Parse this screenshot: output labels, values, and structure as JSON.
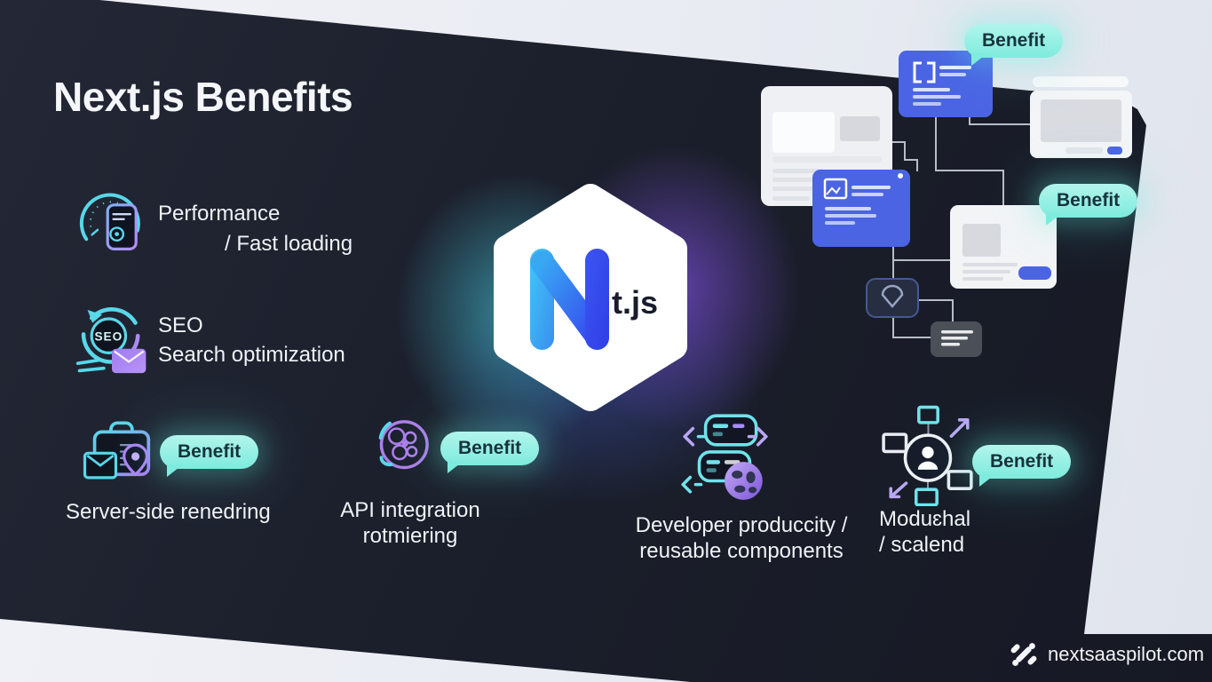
{
  "title": "Next.js Benefits",
  "center_logo": {
    "letter": "N",
    "suffix": "t.js"
  },
  "seo_icon_text": "SEO",
  "left_items": [
    {
      "line1": "Performance",
      "line2": "/ Fast loading"
    },
    {
      "line1": "SEO",
      "line2": "Search optimization"
    },
    {
      "label": "Server-side renedring",
      "badge": "Benefit"
    }
  ],
  "bottom_items": [
    {
      "line1": "API integration",
      "line2": "rotmiering",
      "badge": "Benefit"
    },
    {
      "line1": "Developer produccity /",
      "line2": "reusable components"
    },
    {
      "line1": "Moduɛhal",
      "line2": "/ scalend",
      "badge": "Benefit"
    }
  ],
  "flow_badges": [
    {
      "label": "Benefit"
    },
    {
      "label": "Benefit"
    }
  ],
  "watermark": "nextsaaspilot.com",
  "colors": {
    "panel": "#1b1f2b",
    "accent_cyan": "#7debdd",
    "accent_purple": "#a78bfa",
    "accent_blue": "#4b64e4",
    "light_bg": "#e8ebf2"
  }
}
